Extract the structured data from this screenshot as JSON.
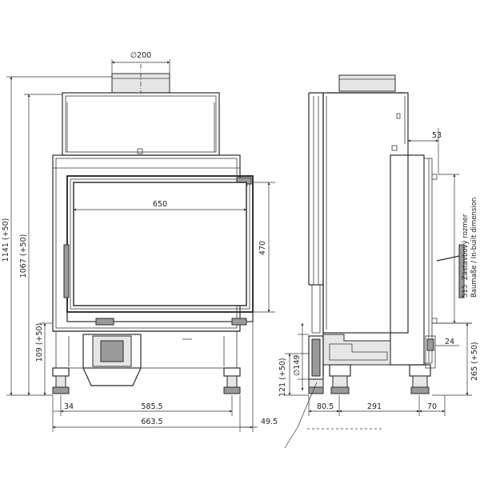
{
  "dimensions": {
    "flue_diameter": "∅200",
    "glass_width": "650",
    "glass_height": "470",
    "total_height": "1141 (+50)",
    "body_height": "1067 (+50)",
    "base_height": "109 (+50)",
    "foot_offset": "34",
    "foot_span": "585.5",
    "total_width": "663.5",
    "side_offset": "49.5",
    "side_top_depth": "53",
    "inbuilt_height": "515",
    "inbuilt_caption": "Zástavbový rozmer",
    "inbuilt_caption_en": "Baumaße / In-built dimension",
    "side_24": "24",
    "side_265": "265 (+50)",
    "side_121": "121 (+50)",
    "air_inlet": "∅149",
    "depth_80": "80.5",
    "depth_291": "291",
    "depth_70": "70"
  }
}
